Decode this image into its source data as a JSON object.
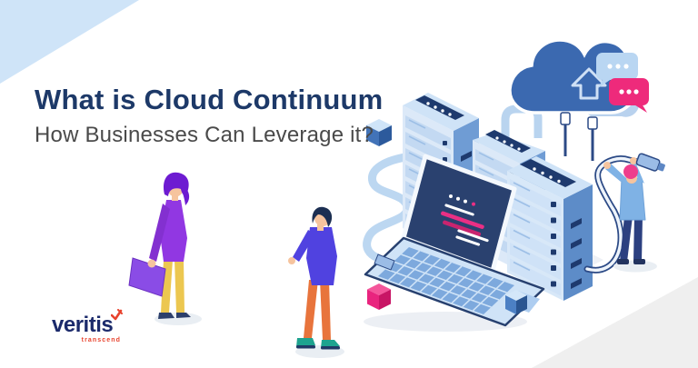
{
  "banner": {
    "title": "What is Cloud Continuum",
    "subtitle": "How Businesses Can Leverage it?"
  },
  "logo": {
    "brand": "veritis",
    "tagline": "transcend"
  },
  "illustration": {
    "elements": [
      "server-rack-left",
      "server-rack-middle",
      "server-rack-right",
      "cloud-upload-icon",
      "chat-bubble-blue",
      "chat-bubble-pink",
      "laptop-code-screen",
      "engineer-holding-plug",
      "woman-with-folder",
      "man-standing",
      "isometric-cubes",
      "connection-cables"
    ]
  },
  "palette": {
    "title_navy": "#1d3968",
    "subtitle_gray": "#4a4a4a",
    "brand_navy": "#1b2a6b",
    "brand_red": "#e8432e",
    "corner_blue": "#cfe4f8",
    "corner_gray": "#efefef",
    "cloud_blue": "#3b69b0",
    "navy": "#1e3a6e",
    "accent_pink": "#ee2a7b",
    "purple": "#9137e2",
    "yellow": "#ecc750",
    "orange": "#e8743c",
    "teal": "#1ea38f",
    "skin": "#f6c49e",
    "shirt_blue": "#5042e0",
    "person_blue": "#7fb2e5",
    "light_blue": "#cfe3f7",
    "server_side": "#6f9cd4",
    "server_face": "#dce9f8"
  }
}
